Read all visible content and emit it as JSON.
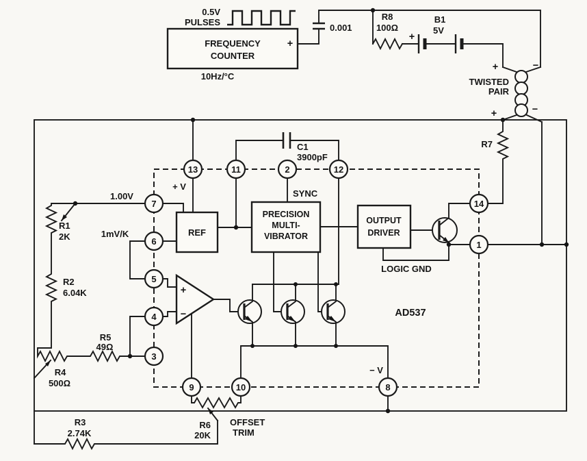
{
  "counter": {
    "pulses_line1": "0.5V",
    "pulses_line2": "PULSES",
    "name_line1": "FREQUENCY",
    "name_line2": "COUNTER",
    "rate": "10Hz/°C",
    "input_plus": "+",
    "coupling_cap_value": "0.001"
  },
  "supply": {
    "r8_name": "R8",
    "r8_value": "100Ω",
    "battery_plus": "+",
    "b1_name": "B1",
    "b1_value": "5V"
  },
  "twisted_pair": {
    "label_line1": "TWISTED",
    "label_line2": "PAIR",
    "top_plus": "+",
    "top_minus": "−",
    "bottom_plus": "+",
    "bottom_minus": "−"
  },
  "ic": {
    "part_number": "AD537",
    "ref_block": "REF",
    "multivibrator_line1": "PRECISION",
    "multivibrator_line2": "MULTI-",
    "multivibrator_line3": "VIBRATOR",
    "output_driver_line1": "OUTPUT",
    "output_driver_line2": "DRIVER",
    "sync_label": "SYNC",
    "logic_gnd_label": "LOGIC GND",
    "plus_v_label": "+ V",
    "minus_v_label": "− V",
    "opamp_plus": "+",
    "opamp_minus": "−",
    "pins": {
      "p1": "1",
      "p2": "2",
      "p3": "3",
      "p4": "4",
      "p5": "5",
      "p6": "6",
      "p7": "7",
      "p8": "8",
      "p9": "9",
      "p10": "10",
      "p11": "11",
      "p12": "12",
      "p13": "13",
      "p14": "14"
    }
  },
  "resistors": {
    "r1_name": "R1",
    "r1_value": "2K",
    "r2_name": "R2",
    "r2_value": "6.04K",
    "r3_name": "R3",
    "r3_value": "2.74K",
    "r4_name": "R4",
    "r4_value": "500Ω",
    "r5_name": "R5",
    "r5_value": "49Ω",
    "r6_name": "R6",
    "r6_value": "20K",
    "r7_name": "R7"
  },
  "capacitors": {
    "c1_name": "C1",
    "c1_value": "3900pF"
  },
  "trim": {
    "line1": "OFFSET",
    "line2": "TRIM"
  },
  "signals": {
    "vref": "1.00V",
    "tempco": "1mV/K"
  }
}
